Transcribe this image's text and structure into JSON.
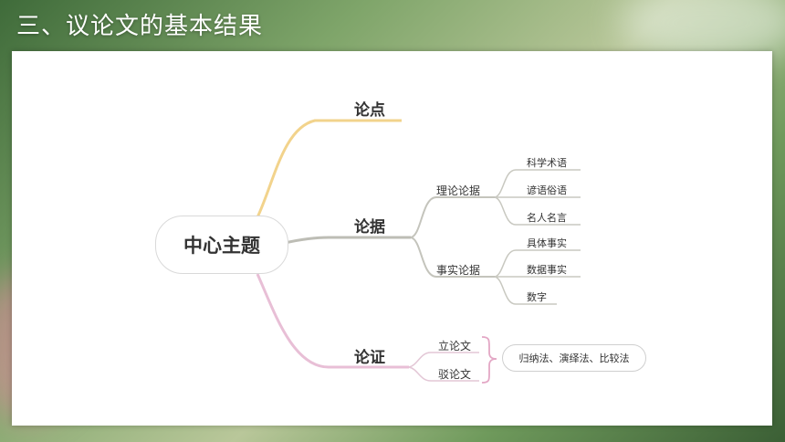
{
  "title": "三、议论文的基本结果",
  "center": "中心主题",
  "branches": {
    "point": "论点",
    "evidence": "论据",
    "proof": "论证"
  },
  "evidence_sub": {
    "theory": "理论论据",
    "fact": "事实论据"
  },
  "theory_items": [
    "科学术语",
    "谚语俗语",
    "名人名言"
  ],
  "fact_items": [
    "具体事实",
    "数据事实",
    "数字"
  ],
  "proof_sub": {
    "establish": "立论文",
    "refute": "驳论文"
  },
  "methods": "归纳法、演绎法、比较法",
  "colors": {
    "point_branch": "#f2d38c",
    "evidence_branch": "#bdbdb5",
    "proof_branch": "#e8bfd6",
    "bracket": "#e3a7c5"
  }
}
